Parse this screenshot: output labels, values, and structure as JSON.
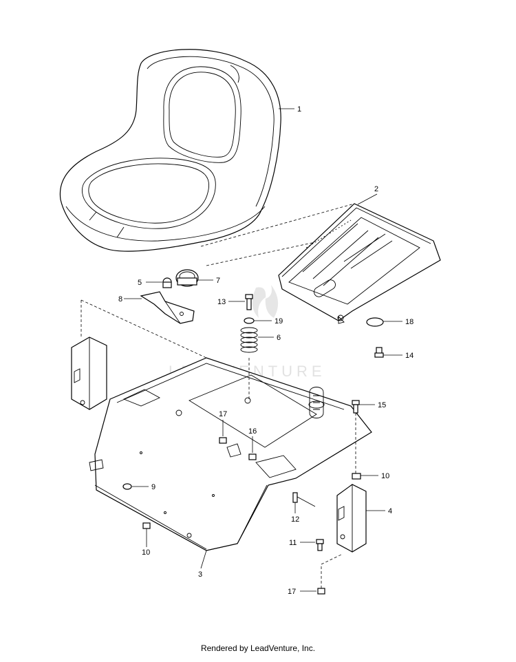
{
  "watermark": "LEADVENTURE",
  "footer": "Rendered by LeadVenture, Inc.",
  "callouts": {
    "c1": "1",
    "c2": "2",
    "c3": "3",
    "c4": "4",
    "c5": "5",
    "c6": "6",
    "c7": "7",
    "c8": "8",
    "c9": "9",
    "c10a": "10",
    "c10b": "10",
    "c11": "11",
    "c12": "12",
    "c13": "13",
    "c14": "14",
    "c15": "15",
    "c16": "16",
    "c17a": "17",
    "c17b": "17",
    "c18": "18",
    "c19": "19"
  }
}
